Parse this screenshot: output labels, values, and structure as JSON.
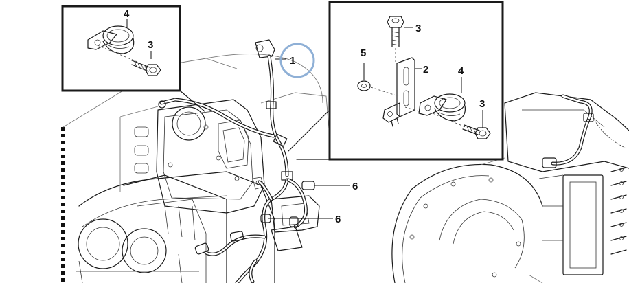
{
  "callouts": {
    "c1": "1",
    "c2": "2",
    "c3a": "3",
    "c3b": "3",
    "c3c": "3",
    "c4a": "4",
    "c4b": "4",
    "c5": "5",
    "c6a": "6",
    "c6b": "6"
  },
  "colors": {
    "highlight_ring": "#8fb0d6",
    "line": "#1a1a1a"
  }
}
